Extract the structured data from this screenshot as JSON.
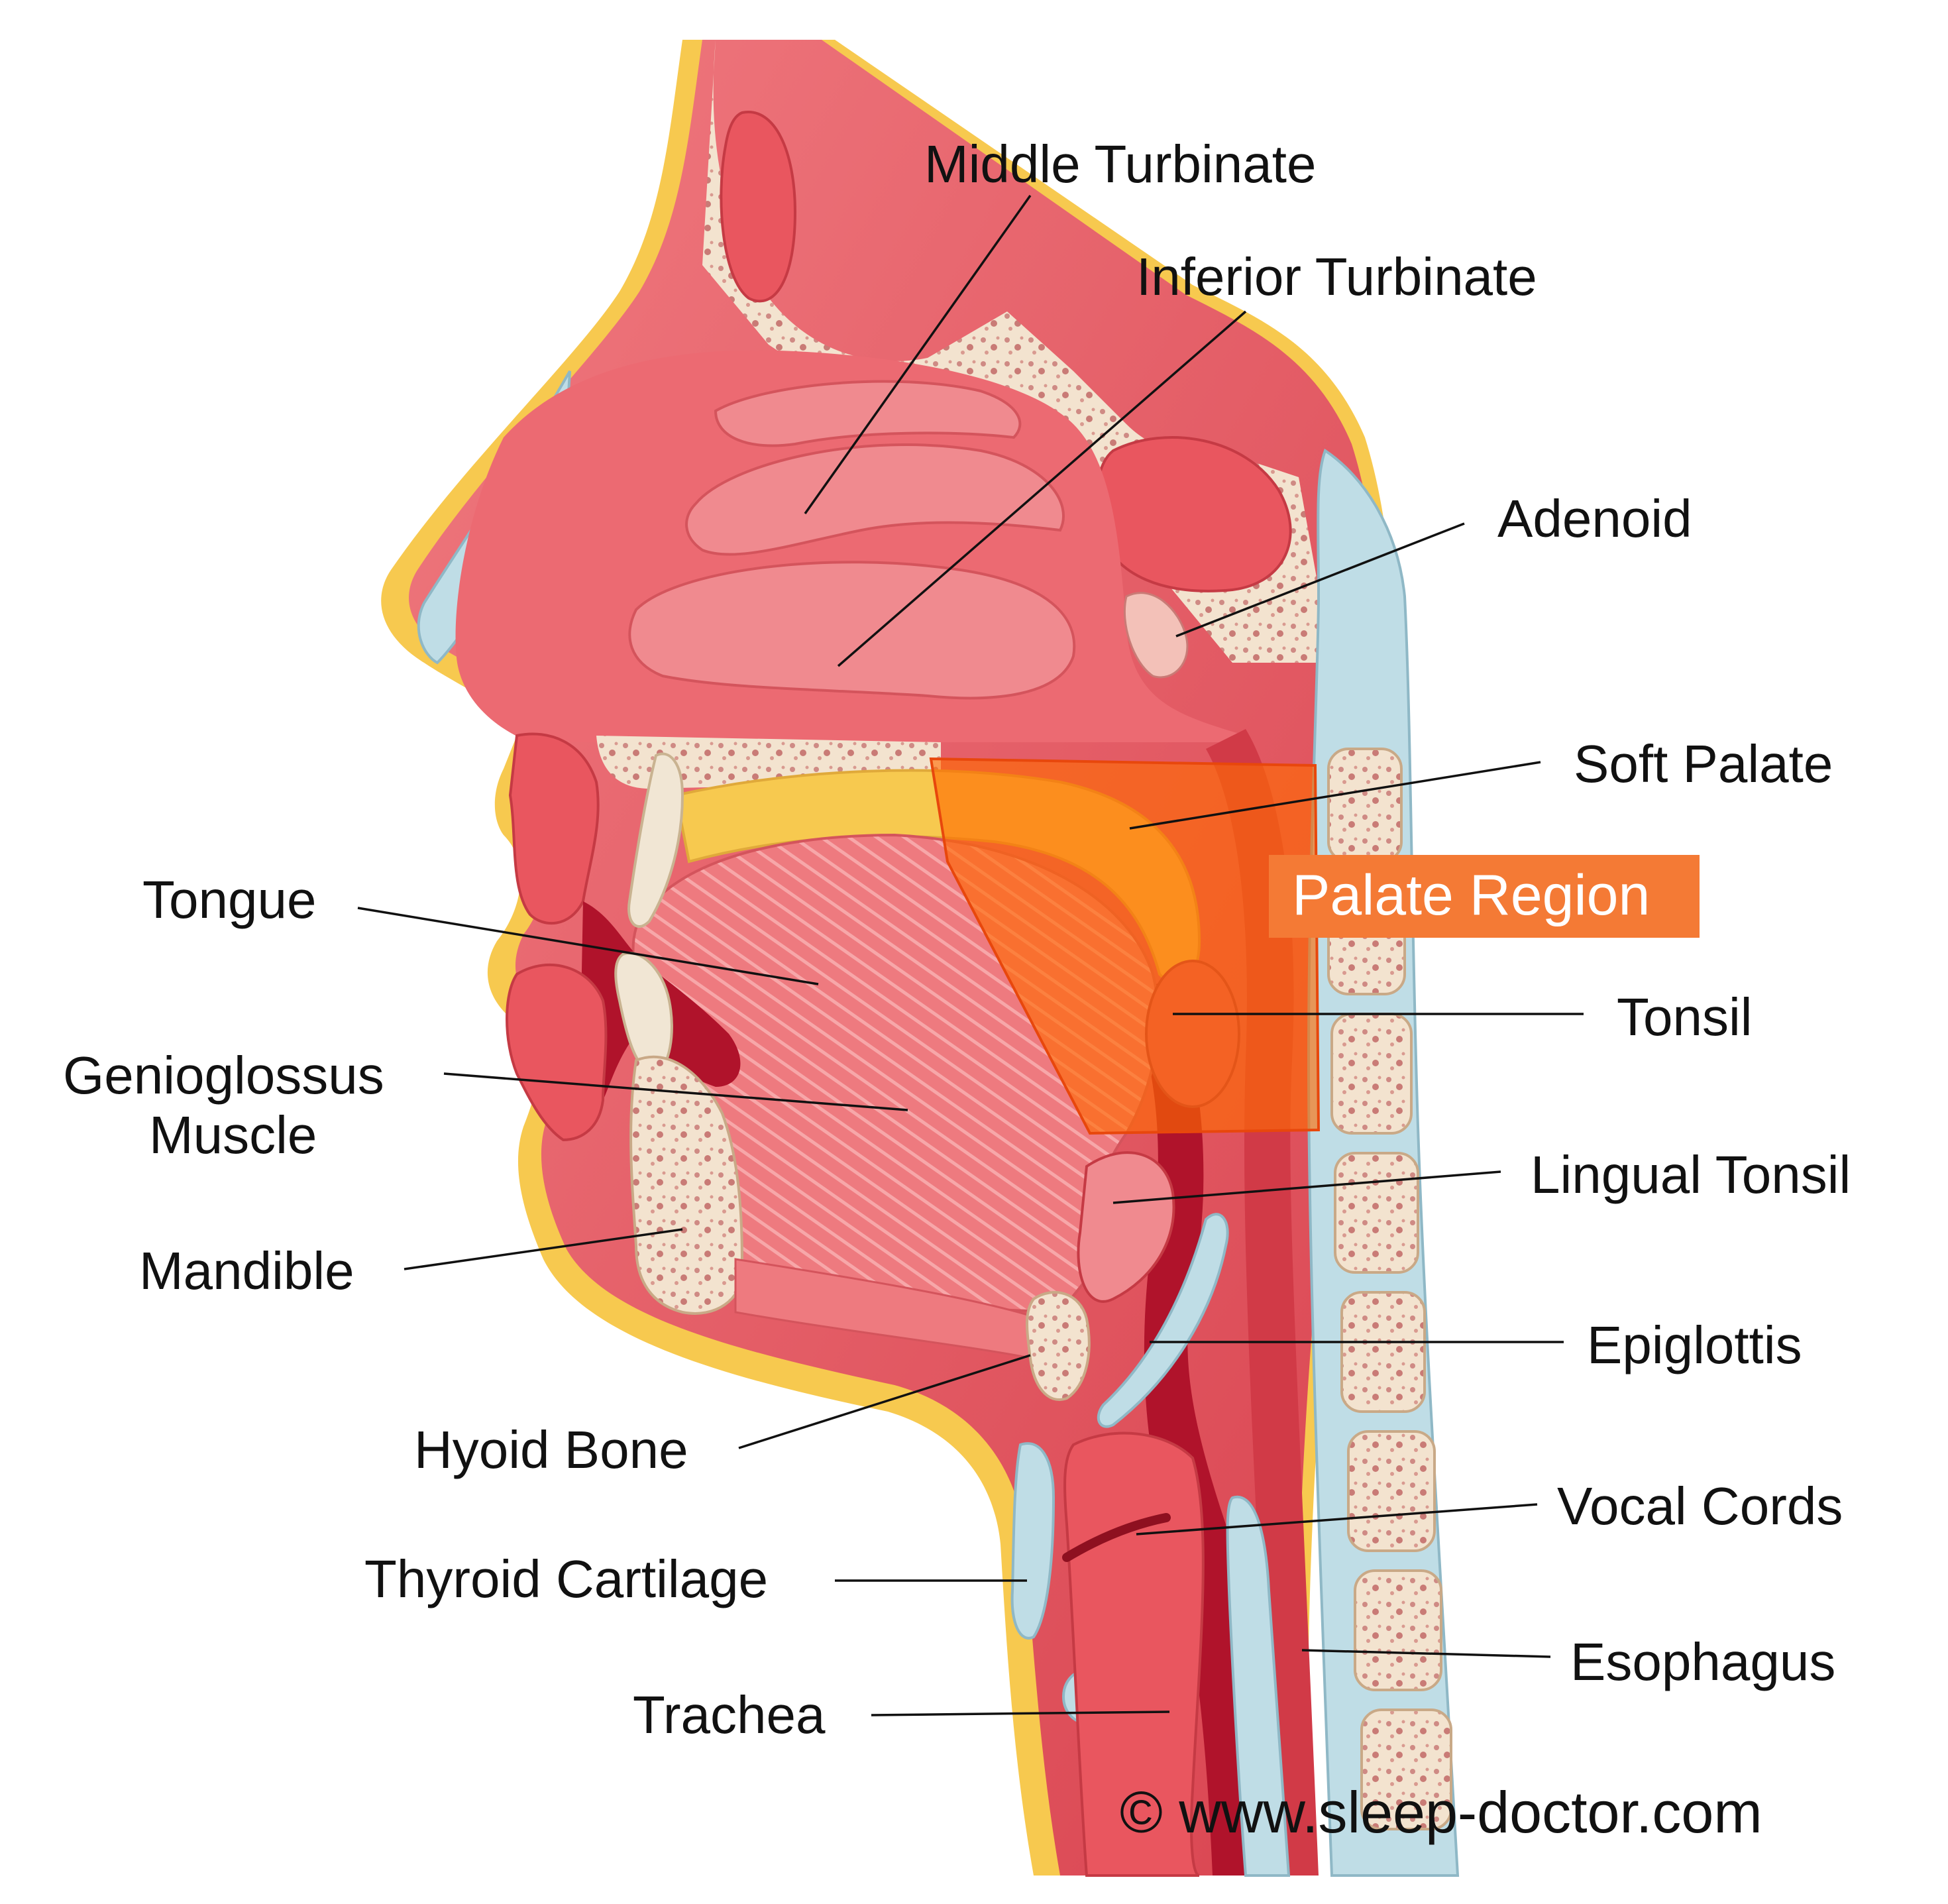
{
  "colors": {
    "flesh": "#e9565f",
    "flesh_light": "#f28b8f",
    "mucosa": "#f6a2a4",
    "bone": "#f3e3cf",
    "bone_dots": "#c97b76",
    "fat": "#f7c94f",
    "cartilage": "#bfdde6",
    "cavity": "#b0132b",
    "palate_overlay": "#ff6a00",
    "palate_label_bg": "#f47a35",
    "label_text": "#111111"
  },
  "labels": {
    "middle_turbinate": "Middle Turbinate",
    "inferior_turbinate": "Inferior Turbinate",
    "adenoid": "Adenoid",
    "soft_palate": "Soft Palate",
    "palate_region": "Palate Region",
    "tonsil": "Tonsil",
    "lingual_tonsil": "Lingual Tonsil",
    "epiglottis": "Epiglottis",
    "vocal_cords": "Vocal Cords",
    "esophagus": "Esophagus",
    "tongue": "Tongue",
    "genioglossus_line1": "Genioglossus",
    "genioglossus_line2": "Muscle",
    "mandible": "Mandible",
    "hyoid_bone": "Hyoid Bone",
    "thyroid_cartilage": "Thyroid Cartilage",
    "trachea": "Trachea"
  },
  "copyright": "© www.sleep-doctor.com"
}
